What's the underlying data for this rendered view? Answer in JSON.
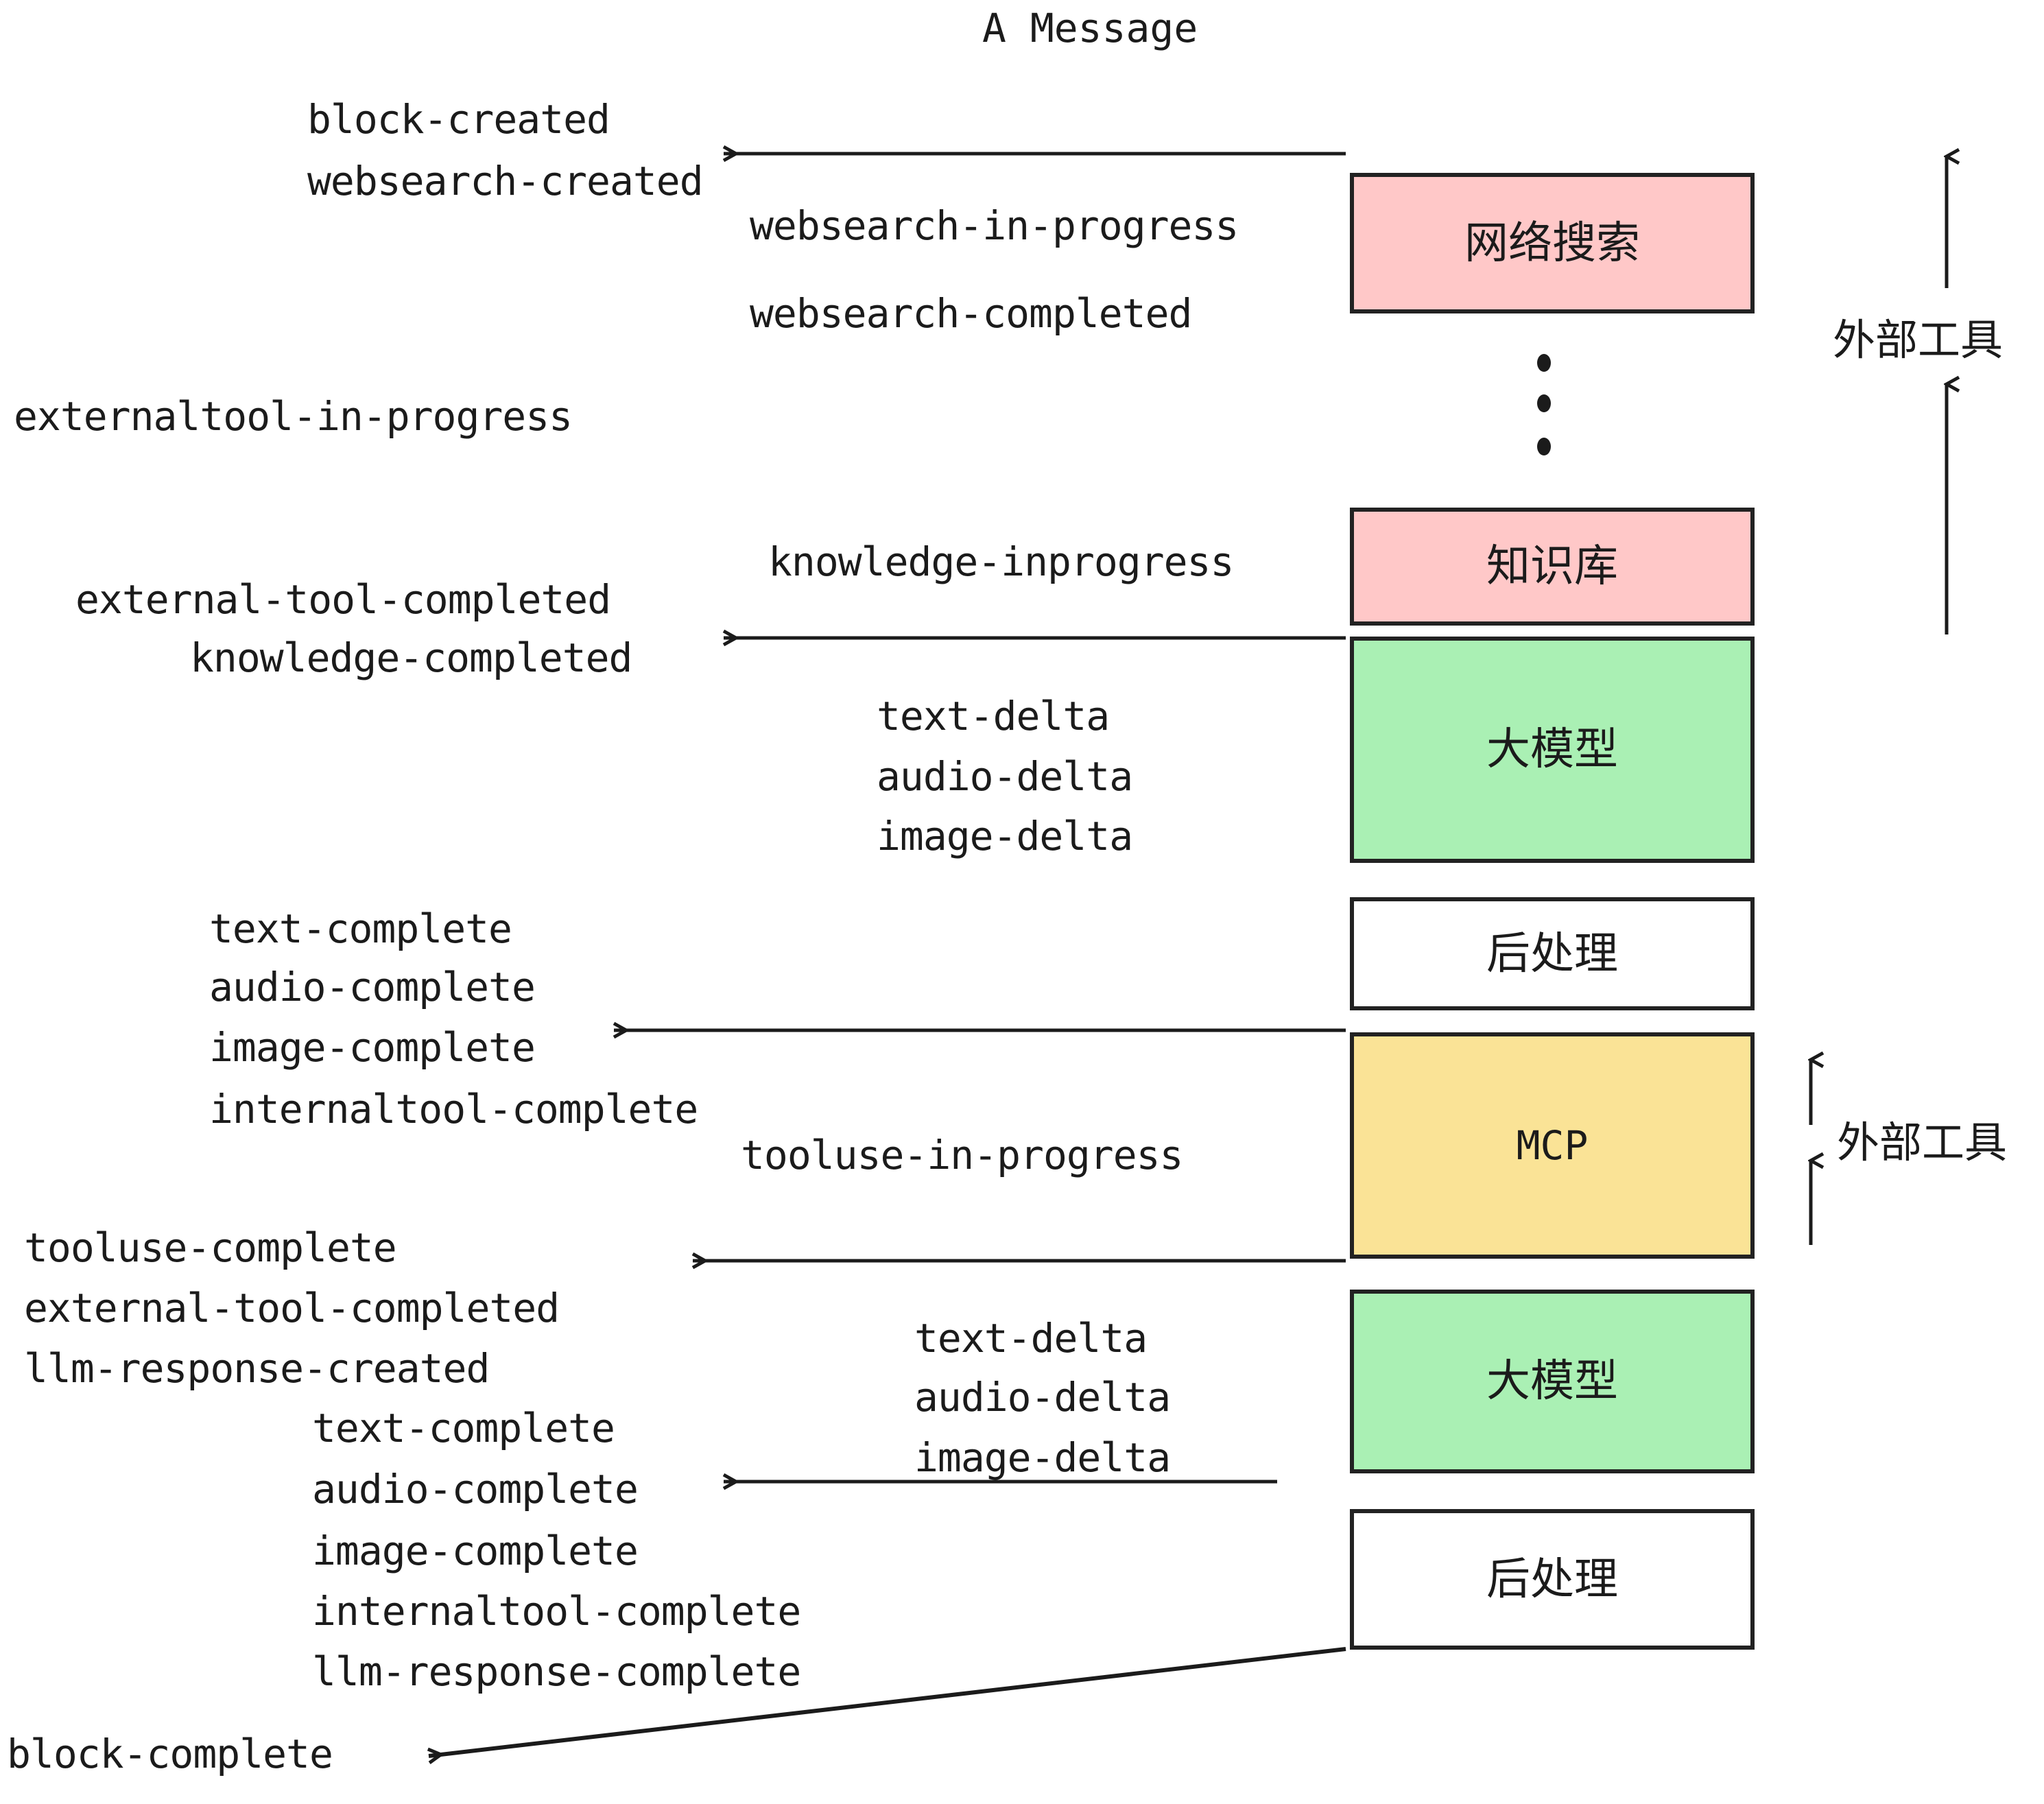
{
  "diagram": {
    "title": "A Message",
    "colors": {
      "pink": "#FFC8C8",
      "green": "#AAF0B4",
      "yellow": "#FAE396",
      "white": "#FFFFFF",
      "stroke": "#222222",
      "text": "#1b1b1b"
    },
    "boxes": [
      {
        "id": "websearch",
        "label": "网络搜索",
        "fill": "#FFC8C8"
      },
      {
        "id": "knowledge",
        "label": "知识库",
        "fill": "#FFC8C8"
      },
      {
        "id": "llm-1",
        "label": "大模型",
        "fill": "#AAF0B4"
      },
      {
        "id": "postprocess-1",
        "label": "后处理",
        "fill": "#FFFFFF"
      },
      {
        "id": "mcp",
        "label": "MCP",
        "fill": "#FAE396"
      },
      {
        "id": "llm-2",
        "label": "大模型",
        "fill": "#AAF0B4"
      },
      {
        "id": "postprocess-2",
        "label": "后处理",
        "fill": "#FFFFFF"
      }
    ],
    "annotations": [
      {
        "id": "external-tools-top",
        "label": "外部工具"
      },
      {
        "id": "external-tools-bottom",
        "label": "外部工具"
      }
    ],
    "events": {
      "block_created": "block-created",
      "websearch_created": "websearch-created",
      "websearch_in_progress": "websearch-in-progress",
      "websearch_completed": "websearch-completed",
      "externaltool_in_progress": "externaltool-in-progress",
      "knowledge_inprogress": "knowledge-inprogress",
      "external_tool_completed_1": "external-tool-completed",
      "knowledge_completed": "knowledge-completed",
      "text_delta_1": "text-delta",
      "audio_delta_1": "audio-delta",
      "image_delta_1": "image-delta",
      "text_complete_1": "text-complete",
      "audio_complete_1": "audio-complete",
      "image_complete_1": "image-complete",
      "internaltool_complete_1": "internaltool-complete",
      "tooluse_in_progress": "tooluse-in-progress",
      "tooluse_complete": "tooluse-complete",
      "external_tool_completed_2": "external-tool-completed",
      "llm_response_created": "llm-response-created",
      "text_delta_2": "text-delta",
      "audio_delta_2": "audio-delta",
      "image_delta_2": "image-delta",
      "text_complete_2": "text-complete",
      "audio_complete_2": "audio-complete",
      "image_complete_2": "image-complete",
      "internaltool_complete_2": "internaltool-complete",
      "llm_response_complete": "llm-response-complete",
      "block_complete": "block-complete"
    }
  }
}
